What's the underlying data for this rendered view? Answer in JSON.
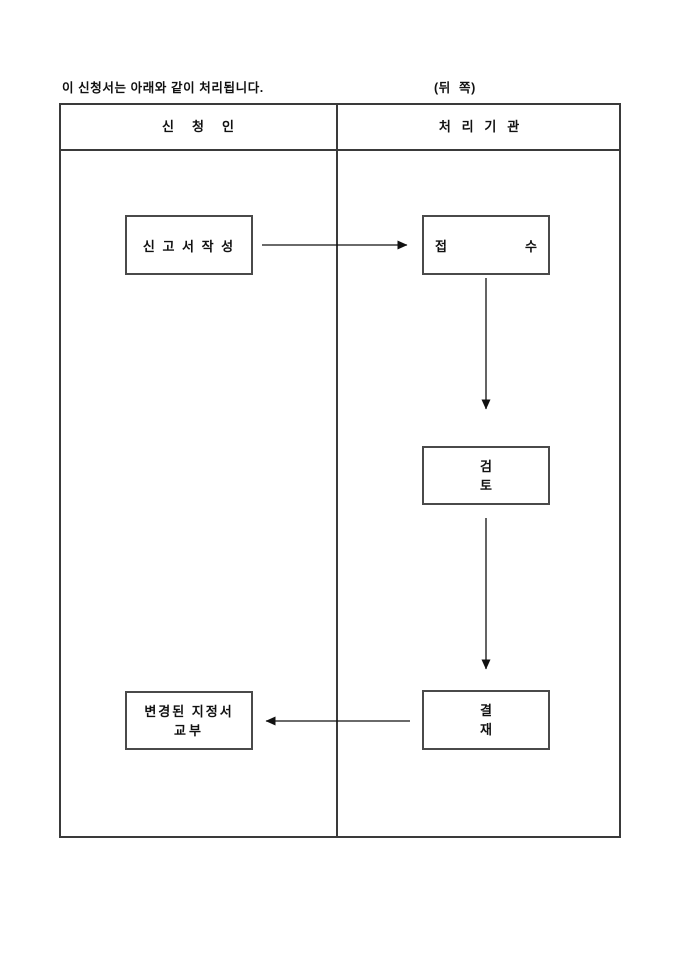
{
  "page": {
    "intro_text": "이 신청서는 아래와 같이 처리됩니다.",
    "back_label": "(뒤  쪽)"
  },
  "table": {
    "applicant_header": "신     청     인",
    "agency_header": "처   리   기   관"
  },
  "flow": {
    "write_label": "신 고 서 작 성",
    "receipt_left": "접",
    "receipt_right": "수",
    "review_line1": "검",
    "review_line2": "토",
    "approve_line1": "결",
    "approve_line2": "재",
    "issue_line1": "변경된 지정서",
    "issue_line2": "교부"
  },
  "colors": {
    "table_line": "#3a3a3a",
    "box_border": "#4a4a4a",
    "arrow": "#111111",
    "text": "#111111"
  }
}
